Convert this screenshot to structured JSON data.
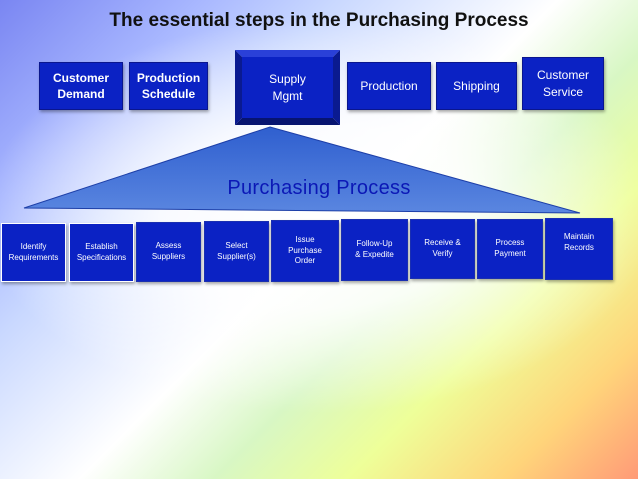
{
  "title": "The essential steps in the Purchasing Process",
  "top_row": [
    {
      "label": "Customer\nDemand"
    },
    {
      "label": "Production\nSchedule"
    },
    {
      "label": "Supply\nMgmt"
    },
    {
      "label": "Production"
    },
    {
      "label": "Shipping"
    },
    {
      "label": "Customer\nService"
    }
  ],
  "purchasing_label": "Purchasing Process",
  "steps": [
    {
      "label": "Identify\nRequirements"
    },
    {
      "label": "Establish\nSpecifications"
    },
    {
      "label": "Assess\nSuppliers"
    },
    {
      "label": "Select\nSupplier(s)"
    },
    {
      "label": "Issue\nPurchase\nOrder"
    },
    {
      "label": "Follow-Up\n& Expedite"
    },
    {
      "label": "Receive &\nVerify"
    },
    {
      "label": "Process\nPayment"
    },
    {
      "label": "Maintain\nRecords"
    }
  ],
  "colors": {
    "box_fill": "#0b22c4",
    "box_text": "#ffffff",
    "triangle_fill": "#3a6fd6",
    "label_color": "#0b18b6"
  }
}
